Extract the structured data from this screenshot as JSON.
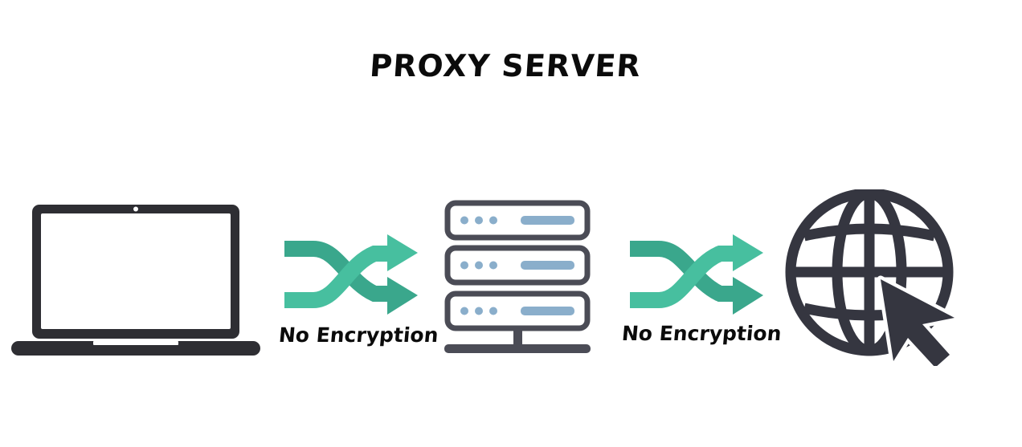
{
  "title": "PROXY SERVER",
  "connections": [
    {
      "label": "No Encryption",
      "icon": "shuffle-arrows-icon"
    },
    {
      "label": "No Encryption",
      "icon": "shuffle-arrows-icon"
    }
  ],
  "nodes": [
    {
      "icon": "laptop-icon"
    },
    {
      "icon": "server-icon"
    },
    {
      "icon": "globe-cursor-icon"
    }
  ],
  "colors": {
    "dark": "#36363f",
    "arrow_light": "#47bf9f",
    "arrow_dark": "#3aa78c",
    "server_bar": "#8aaecb",
    "text": "#0b0b0b"
  }
}
